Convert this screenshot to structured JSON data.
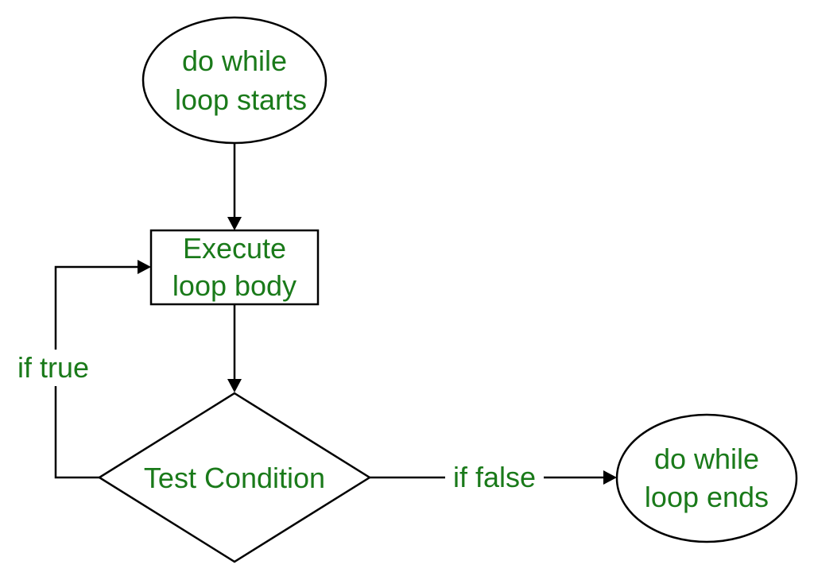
{
  "nodes": {
    "start": {
      "line1": "do while",
      "line2": "loop starts"
    },
    "body": {
      "line1": "Execute",
      "line2": "loop body"
    },
    "condition": {
      "label": "Test Condition"
    },
    "end": {
      "line1": "do while",
      "line2": "loop ends"
    }
  },
  "edges": {
    "true_label": "if true",
    "false_label": "if false"
  },
  "colors": {
    "text": "#1a7a1a",
    "stroke": "#000000",
    "background": "#ffffff"
  }
}
